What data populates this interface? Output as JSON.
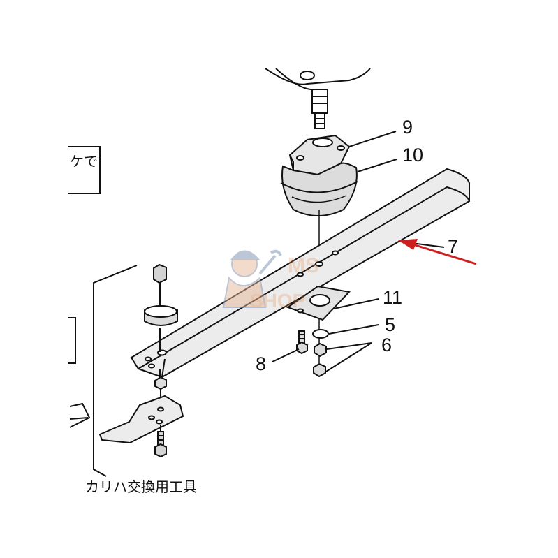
{
  "callouts": {
    "c9": "9",
    "c10": "10",
    "c7": "7",
    "c11": "11",
    "c5": "5",
    "c6": "6",
    "c8": "8"
  },
  "left_box_text": "ケで",
  "bottom_caption": "カリハ交換用工具",
  "watermark": {
    "line1": "MS",
    "line2": "SHOP"
  },
  "colors": {
    "arrow": "#cc1f1f",
    "watermark": "#e88a4a",
    "line": "#111111"
  }
}
